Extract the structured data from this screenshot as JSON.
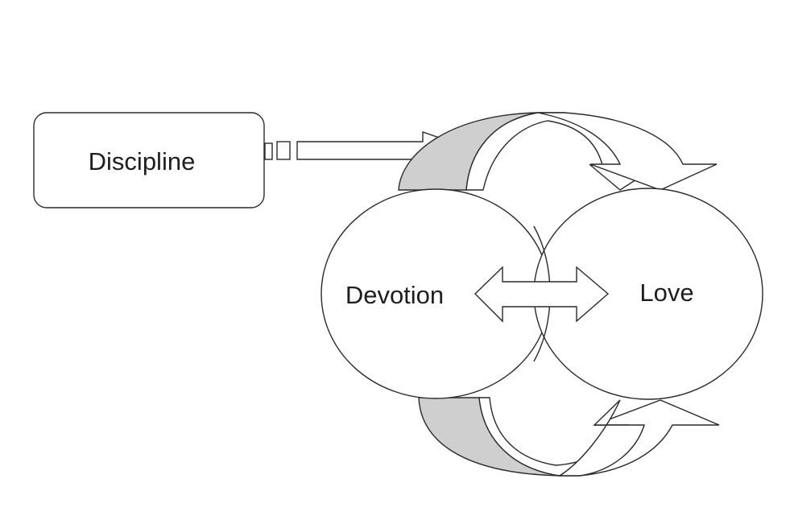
{
  "diagram": {
    "nodes": {
      "discipline": "Discipline",
      "devotion": "Devotion",
      "love": "Love"
    },
    "colors": {
      "fill": "#ffffff",
      "shade": "#cfcfcf",
      "stroke": "#2a2a2a"
    }
  }
}
